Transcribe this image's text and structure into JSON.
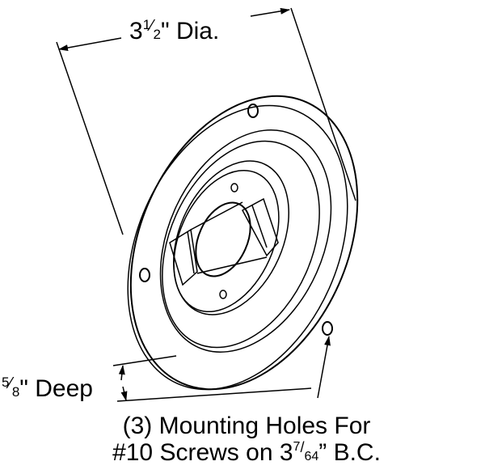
{
  "diameter_label": {
    "whole": "3",
    "fraction_num": "1",
    "fraction_den": "2",
    "suffix": "\" Dia."
  },
  "depth_label": {
    "fraction_num": "5",
    "fraction_den": "8",
    "suffix": "\" Deep"
  },
  "note": {
    "line1": "(3) Mounting Holes For",
    "line2_prefix": "#10 Screws on 3",
    "line2_frac_num": "7",
    "line2_frac_den": "64",
    "line2_suffix": "” B.C."
  },
  "colors": {
    "line": "#000000",
    "background": "#ffffff"
  }
}
